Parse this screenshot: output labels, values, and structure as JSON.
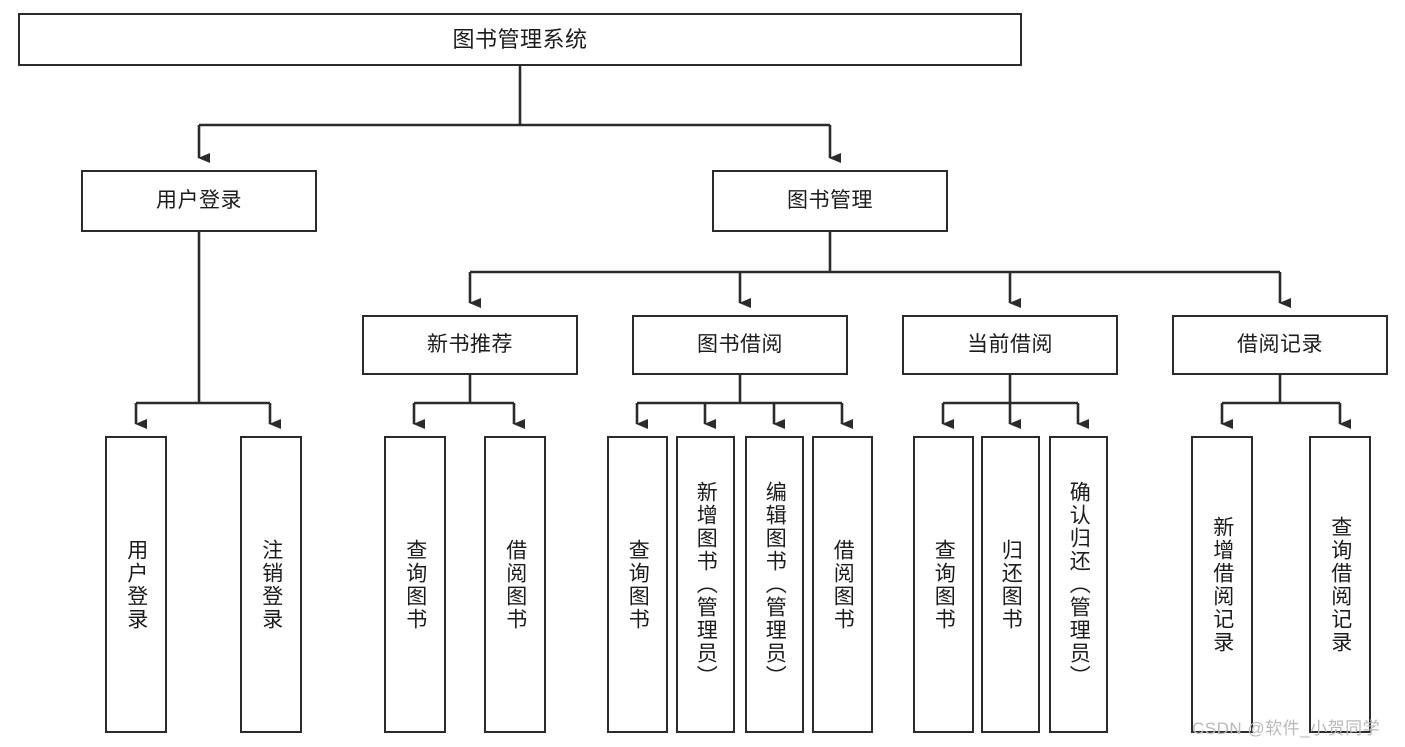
{
  "diagram": {
    "title": "图书管理系统",
    "type": "tree-hierarchy-diagram",
    "root": {
      "id": "root",
      "label": "图书管理系统"
    },
    "level2": [
      {
        "id": "user-login",
        "label": "用户登录"
      },
      {
        "id": "book-management",
        "label": "图书管理"
      }
    ],
    "level3": [
      {
        "id": "new-book-recommend",
        "label": "新书推荐"
      },
      {
        "id": "book-borrow",
        "label": "图书借阅"
      },
      {
        "id": "current-borrow",
        "label": "当前借阅"
      },
      {
        "id": "borrow-record",
        "label": "借阅记录"
      }
    ],
    "leaves": [
      {
        "id": "leaf-user-login",
        "label": "用户登录"
      },
      {
        "id": "leaf-logout",
        "label": "注销登录"
      },
      {
        "id": "leaf-query-book-1",
        "label": "查询图书"
      },
      {
        "id": "leaf-borrow-book-1",
        "label": "借阅图书"
      },
      {
        "id": "leaf-query-book-2",
        "label": "查询图书"
      },
      {
        "id": "leaf-add-book",
        "label": "新增图书（管理员）"
      },
      {
        "id": "leaf-edit-book",
        "label": "编辑图书（管理员）"
      },
      {
        "id": "leaf-borrow-book-2",
        "label": "借阅图书"
      },
      {
        "id": "leaf-query-book-3",
        "label": "查询图书"
      },
      {
        "id": "leaf-return-book",
        "label": "归还图书"
      },
      {
        "id": "leaf-confirm-return",
        "label": "确认归还（管理员）"
      },
      {
        "id": "leaf-add-record",
        "label": "新增借阅记录"
      },
      {
        "id": "leaf-query-record",
        "label": "查询借阅记录"
      }
    ],
    "colors": {
      "stroke": "#2b2b2b",
      "fill": "#ffffff",
      "text": "#1c1c1c",
      "watermark": "#b9b9b9"
    }
  },
  "watermark": {
    "text": "CSDN @软件_小贺同学"
  }
}
